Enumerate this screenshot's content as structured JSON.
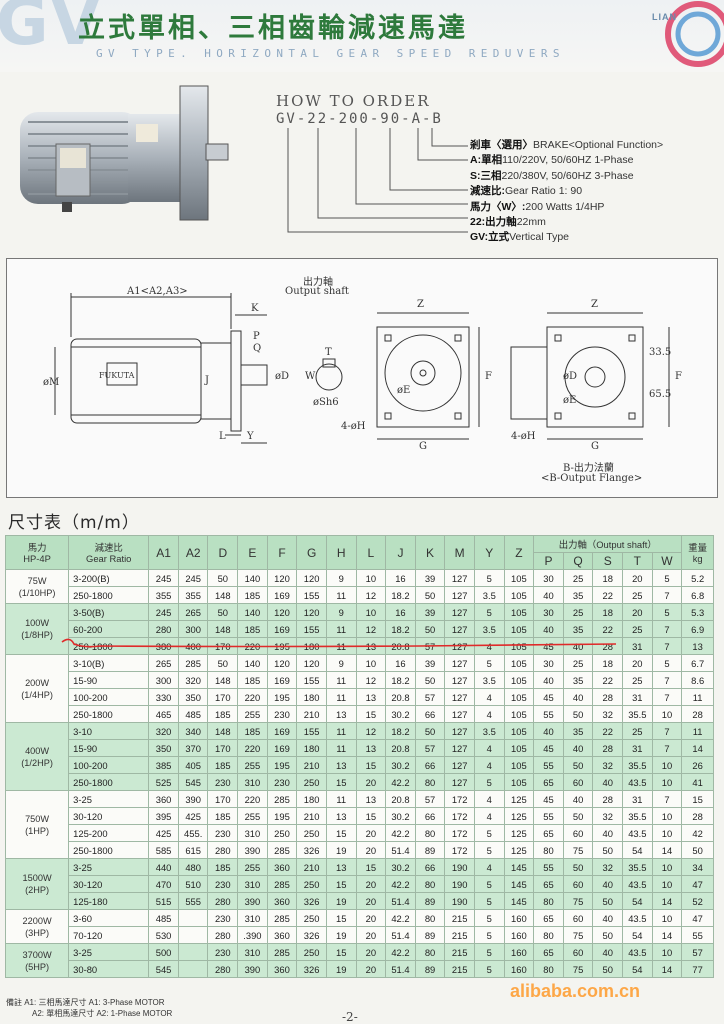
{
  "header": {
    "brand_letters": "GV",
    "title": "立式單相、三相齒輪減速馬達",
    "subtitle": "GV TYPE. HORIZONTAL GEAR SPEED REDUVERS",
    "logo_text": "LIAN"
  },
  "order": {
    "heading": "HOW TO ORDER",
    "code": "GV-22-200-90-A-B",
    "lines": [
      {
        "label": "剎車〈選用〉",
        "text": "BRAKE<Optional Function>"
      },
      {
        "label": "A:單相",
        "text": "110/220V, 50/60HZ 1-Phase"
      },
      {
        "label": "S:三相",
        "text": "220/380V, 50/60HZ 3-Phase"
      },
      {
        "label": "減速比:",
        "text": "Gear Ratio 1: 90"
      },
      {
        "label": "馬力〈W〉:",
        "text": "200 Watts 1/4HP"
      },
      {
        "label": "22:出力軸",
        "text": "22mm"
      },
      {
        "label": "GV:立式",
        "text": "Vertical Type"
      }
    ]
  },
  "drawing": {
    "output_shaft_cn": "出力軸",
    "output_shaft_en": "Output shaft",
    "a1_label": "A1<A2,A3>",
    "k": "K",
    "p": "P",
    "q": "Q",
    "j": "J",
    "m": "øM",
    "l": "L",
    "y": "Y",
    "d": "øD",
    "t": "T",
    "w": "W",
    "sh6": "øSh6",
    "z": "Z",
    "f": "F",
    "e": "øE",
    "h": "4-øH",
    "g": "G",
    "dim_335": "33.5",
    "dim_655": "65.5",
    "flange_cn": "B-出力法蘭",
    "flange_en": "<B-Output Flange>",
    "motor_plate": "FUKUTA"
  },
  "table": {
    "section_title": "尺寸表（m/m）",
    "header_model": "馬力\nHP-4P",
    "header_ratio_cn": "減速比",
    "header_ratio_en": "Gear Ratio",
    "cols": [
      "A1",
      "A2",
      "D",
      "E",
      "F",
      "G",
      "H",
      "L",
      "J",
      "K",
      "M",
      "Y",
      "Z"
    ],
    "shaft_group": "出力軸（Output shaft）",
    "shaft_cols": [
      "P",
      "Q",
      "S",
      "T",
      "W"
    ],
    "weight": "重量\nkg",
    "groups": [
      {
        "model": "75W\n(1/10HP)",
        "shade": "w",
        "rows": [
          [
            "3-200(B)",
            "245",
            "245",
            "50",
            "140",
            "120",
            "120",
            "9",
            "10",
            "16",
            "39",
            "127",
            "5",
            "105",
            "30",
            "25",
            "18",
            "20",
            "5",
            "5.2"
          ],
          [
            "250-1800",
            "355",
            "355",
            "148",
            "185",
            "169",
            "155",
            "11",
            "12",
            "18.2",
            "50",
            "127",
            "3.5",
            "105",
            "40",
            "35",
            "22",
            "25",
            "7",
            "6.8"
          ]
        ]
      },
      {
        "model": "100W\n(1/8HP)",
        "shade": "g",
        "rows": [
          [
            "3-50(B)",
            "245",
            "265",
            "50",
            "140",
            "120",
            "120",
            "9",
            "10",
            "16",
            "39",
            "127",
            "5",
            "105",
            "30",
            "25",
            "18",
            "20",
            "5",
            "5.3"
          ],
          [
            "60-200",
            "280",
            "300",
            "148",
            "185",
            "169",
            "155",
            "11",
            "12",
            "18.2",
            "50",
            "127",
            "3.5",
            "105",
            "40",
            "35",
            "22",
            "25",
            "7",
            "6.9"
          ],
          [
            "250-1800",
            "380",
            "400",
            "170",
            "220",
            "195",
            "180",
            "11",
            "13",
            "20.8",
            "57",
            "127",
            "4",
            "105",
            "45",
            "40",
            "28",
            "31",
            "7",
            "13"
          ]
        ]
      },
      {
        "model": "200W\n(1/4HP)",
        "shade": "w",
        "rows": [
          [
            "3-10(B)",
            "265",
            "285",
            "50",
            "140",
            "120",
            "120",
            "9",
            "10",
            "16",
            "39",
            "127",
            "5",
            "105",
            "30",
            "25",
            "18",
            "20",
            "5",
            "6.7"
          ],
          [
            "15-90",
            "300",
            "320",
            "148",
            "185",
            "169",
            "155",
            "11",
            "12",
            "18.2",
            "50",
            "127",
            "3.5",
            "105",
            "40",
            "35",
            "22",
            "25",
            "7",
            "8.6"
          ],
          [
            "100-200",
            "330",
            "350",
            "170",
            "220",
            "195",
            "180",
            "11",
            "13",
            "20.8",
            "57",
            "127",
            "4",
            "105",
            "45",
            "40",
            "28",
            "31",
            "7",
            "11"
          ],
          [
            "250-1800",
            "465",
            "485",
            "185",
            "255",
            "230",
            "210",
            "13",
            "15",
            "30.2",
            "66",
            "127",
            "4",
            "105",
            "55",
            "50",
            "32",
            "35.5",
            "10",
            "28"
          ]
        ]
      },
      {
        "model": "400W\n(1/2HP)",
        "shade": "g",
        "rows": [
          [
            "3-10",
            "320",
            "340",
            "148",
            "185",
            "169",
            "155",
            "11",
            "12",
            "18.2",
            "50",
            "127",
            "3.5",
            "105",
            "40",
            "35",
            "22",
            "25",
            "7",
            "11"
          ],
          [
            "15-90",
            "350",
            "370",
            "170",
            "220",
            "169",
            "180",
            "11",
            "13",
            "20.8",
            "57",
            "127",
            "4",
            "105",
            "45",
            "40",
            "28",
            "31",
            "7",
            "14"
          ],
          [
            "100-200",
            "385",
            "405",
            "185",
            "255",
            "195",
            "210",
            "13",
            "15",
            "30.2",
            "66",
            "127",
            "4",
            "105",
            "55",
            "50",
            "32",
            "35.5",
            "10",
            "26"
          ],
          [
            "250-1800",
            "525",
            "545",
            "230",
            "310",
            "230",
            "250",
            "15",
            "20",
            "42.2",
            "80",
            "127",
            "5",
            "105",
            "65",
            "60",
            "40",
            "43.5",
            "10",
            "41"
          ]
        ]
      },
      {
        "model": "750W\n(1HP)",
        "shade": "w",
        "rows": [
          [
            "3-25",
            "360",
            "390",
            "170",
            "220",
            "285",
            "180",
            "11",
            "13",
            "20.8",
            "57",
            "172",
            "4",
            "125",
            "45",
            "40",
            "28",
            "31",
            "7",
            "15"
          ],
          [
            "30-120",
            "395",
            "425",
            "185",
            "255",
            "195",
            "210",
            "13",
            "15",
            "30.2",
            "66",
            "172",
            "4",
            "125",
            "55",
            "50",
            "32",
            "35.5",
            "10",
            "28"
          ],
          [
            "125-200",
            "425",
            "455.",
            "230",
            "310",
            "250",
            "250",
            "15",
            "20",
            "42.2",
            "80",
            "172",
            "5",
            "125",
            "65",
            "60",
            "40",
            "43.5",
            "10",
            "42"
          ],
          [
            "250-1800",
            "585",
            "615",
            "280",
            "390",
            "285",
            "326",
            "19",
            "20",
            "51.4",
            "89",
            "172",
            "5",
            "125",
            "80",
            "75",
            "50",
            "54",
            "14",
            "50"
          ]
        ]
      },
      {
        "model": "1500W\n(2HP)",
        "shade": "g",
        "rows": [
          [
            "3-25",
            "440",
            "480",
            "185",
            "255",
            "360",
            "210",
            "13",
            "15",
            "30.2",
            "66",
            "190",
            "4",
            "145",
            "55",
            "50",
            "32",
            "35.5",
            "10",
            "34"
          ],
          [
            "30-120",
            "470",
            "510",
            "230",
            "310",
            "285",
            "250",
            "15",
            "20",
            "42.2",
            "80",
            "190",
            "5",
            "145",
            "65",
            "60",
            "40",
            "43.5",
            "10",
            "47"
          ],
          [
            "125-180",
            "515",
            "555",
            "280",
            "390",
            "360",
            "326",
            "19",
            "20",
            "51.4",
            "89",
            "190",
            "5",
            "145",
            "80",
            "75",
            "50",
            "54",
            "14",
            "52"
          ]
        ]
      },
      {
        "model": "2200W\n(3HP)",
        "shade": "w",
        "rows": [
          [
            "3-60",
            "485",
            "",
            "230",
            "310",
            "285",
            "250",
            "15",
            "20",
            "42.2",
            "80",
            "215",
            "5",
            "160",
            "65",
            "60",
            "40",
            "43.5",
            "10",
            "47"
          ],
          [
            "70-120",
            "530",
            "",
            "280",
            ".390",
            "360",
            "326",
            "19",
            "20",
            "51.4",
            "89",
            "215",
            "5",
            "160",
            "80",
            "75",
            "50",
            "54",
            "14",
            "55"
          ]
        ]
      },
      {
        "model": "3700W\n(5HP)",
        "shade": "g",
        "rows": [
          [
            "3-25",
            "500",
            "",
            "230",
            "310",
            "285",
            "250",
            "15",
            "20",
            "42.2",
            "80",
            "215",
            "5",
            "160",
            "65",
            "60",
            "40",
            "43.5",
            "10",
            "57"
          ],
          [
            "30-80",
            "545",
            "",
            "280",
            "390",
            "360",
            "326",
            "19",
            "20",
            "51.4",
            "89",
            "215",
            "5",
            "160",
            "80",
            "75",
            "50",
            "54",
            "14",
            "77"
          ]
        ]
      }
    ]
  },
  "footnote": {
    "line1": "備註  A1:  三相馬達尺寸  A1: 3-Phase MOTOR",
    "line2": "A2:  單相馬達尺寸  A2: 1-Phase MOTOR"
  },
  "page_number": "-2-",
  "watermark": "alibaba.com.cn"
}
